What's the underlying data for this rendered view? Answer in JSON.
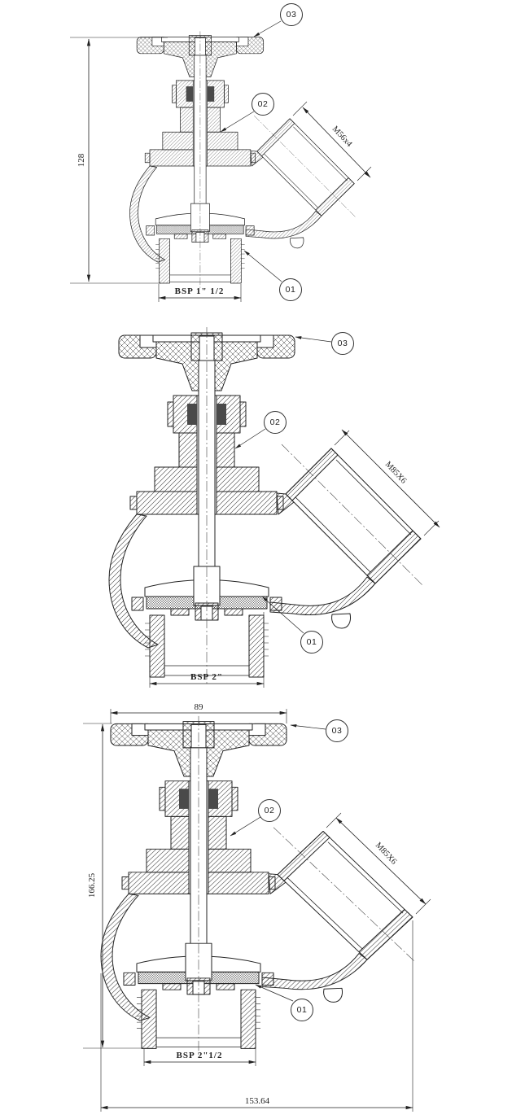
{
  "sheet": {
    "background": "#ffffff",
    "line_color": "#222222"
  },
  "drawings": [
    {
      "balloons": [
        "03",
        "02",
        "01"
      ],
      "dims": {
        "height": "128",
        "outlet_thread": "M56x4",
        "inlet": "BSP 1\" 1/2"
      }
    },
    {
      "balloons": [
        "03",
        "02",
        "01"
      ],
      "dims": {
        "outlet_thread": "M85X6",
        "inlet": "BSP 2\""
      }
    },
    {
      "balloons": [
        "03",
        "02",
        "01"
      ],
      "dims": {
        "top_width": "89",
        "height": "166.25",
        "outlet_thread": "M85X6",
        "inlet": "BSP 2\"1/2",
        "overall_width": "153.64"
      }
    }
  ]
}
